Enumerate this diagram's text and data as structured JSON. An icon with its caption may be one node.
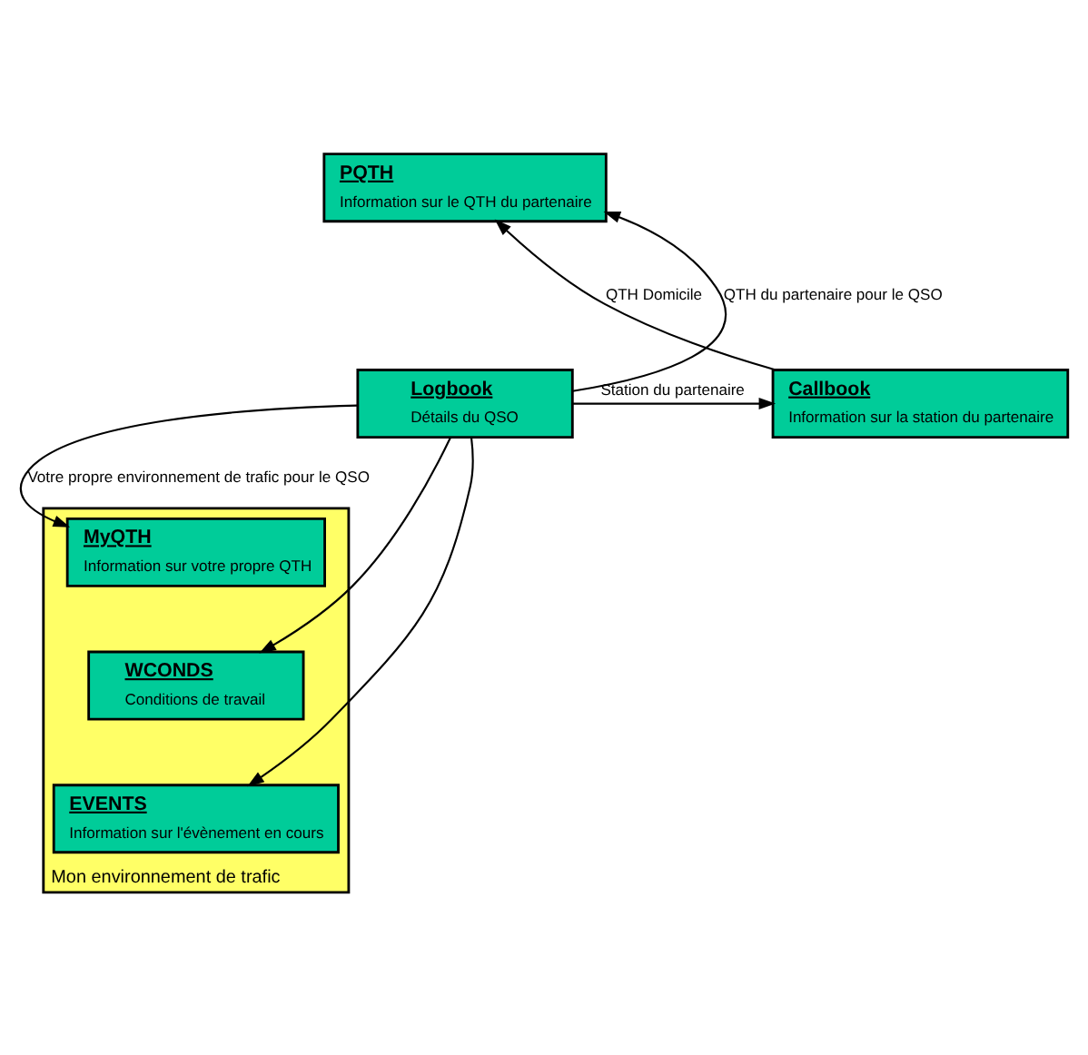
{
  "diagram": {
    "nodes": [
      {
        "text": [
          "PQTH",
          "Information sur le QTH du partenaire"
        ]
      },
      {
        "text": [
          "Callbook",
          "Information sur la station du partenaire"
        ]
      },
      {
        "text": [
          "Logbook",
          "Détails du QSO"
        ]
      },
      {
        "text": [
          "Mon environnement de trafic"
        ]
      },
      {
        "text": [
          "MyQTH",
          "Information sur votre propre QTH"
        ],
        "in": 3
      },
      {
        "text": [
          "WCONDS",
          "Conditions de travail"
        ],
        "in": 3
      },
      {
        "text": [
          "EVENTS",
          "Information sur l'évènement en cours"
        ],
        "in": 3
      }
    ],
    "edges": [
      {
        "from": 1,
        "to": 0,
        "arrow": "to",
        "label": "QTH Domicile"
      },
      {
        "from": 2,
        "to": 0,
        "arrow": "to",
        "label": "QTH du partenaire pour le QSO"
      },
      {
        "from": 2,
        "to": 1,
        "arrow": "to",
        "label": "Station du partenaire"
      },
      {
        "from": 2,
        "to": 4,
        "arrow": "to",
        "label": "Votre propre environnement de trafic pour le QSO"
      },
      {
        "from": 2,
        "to": 5,
        "arrow": "to"
      },
      {
        "from": 2,
        "to": 6,
        "arrow": "to"
      }
    ]
  }
}
